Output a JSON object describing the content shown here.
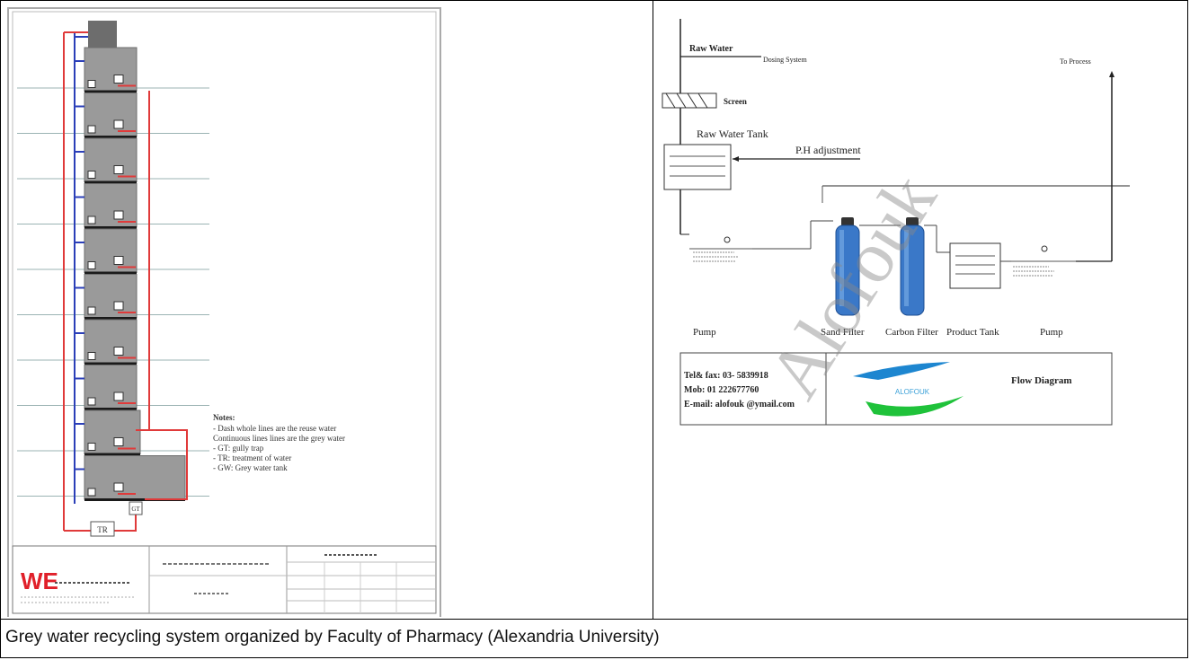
{
  "caption": "Grey water recycling system organized by Faculty of Pharmacy (Alexandria University)",
  "building_drawing": {
    "floors": 10,
    "notes_title": "Notes:",
    "notes": [
      "- Dash whole lines are the reuse water",
      "  Continuous lines lines are the grey water",
      "- GT: gully trap",
      "- TR: treatment of water",
      "- GW: Grey water tank"
    ],
    "tr_label": "TR",
    "gt_label": "GT",
    "titleblock_logo": "WE"
  },
  "flow_diagram": {
    "labels": {
      "raw_water": "Raw Water",
      "dosing": "Dosing System",
      "to_process": "To Process",
      "screen": "Screen",
      "raw_tank": "Raw Water Tank",
      "ph": "P.H adjustment",
      "pump1": "Pump",
      "sand": "Sand Filter",
      "carbon": "Carbon Filter",
      "product": "Product Tank",
      "pump2": "Pump"
    },
    "contact": {
      "tel": "Tel& fax: 03- 5839918",
      "mob": "Mob: 01 222677760",
      "email": "E-mail: alofouk @ymail.com"
    },
    "logo_text": "ALOFOUK",
    "title": "Flow Diagram",
    "watermark": "Alofouk"
  },
  "colors": {
    "reuse_line": "#e03a3a",
    "grey_line": "#2b3fb8",
    "floor": "#8a8a8a",
    "filter": "#3a78c8"
  }
}
